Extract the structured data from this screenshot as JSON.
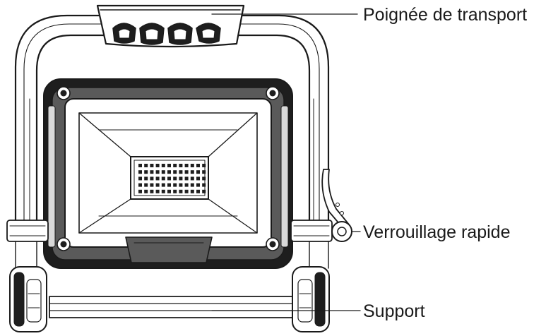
{
  "callouts": {
    "handle": "Poignée de transport",
    "quick_lock": "Verrouillage rapide",
    "stand": "Support"
  }
}
